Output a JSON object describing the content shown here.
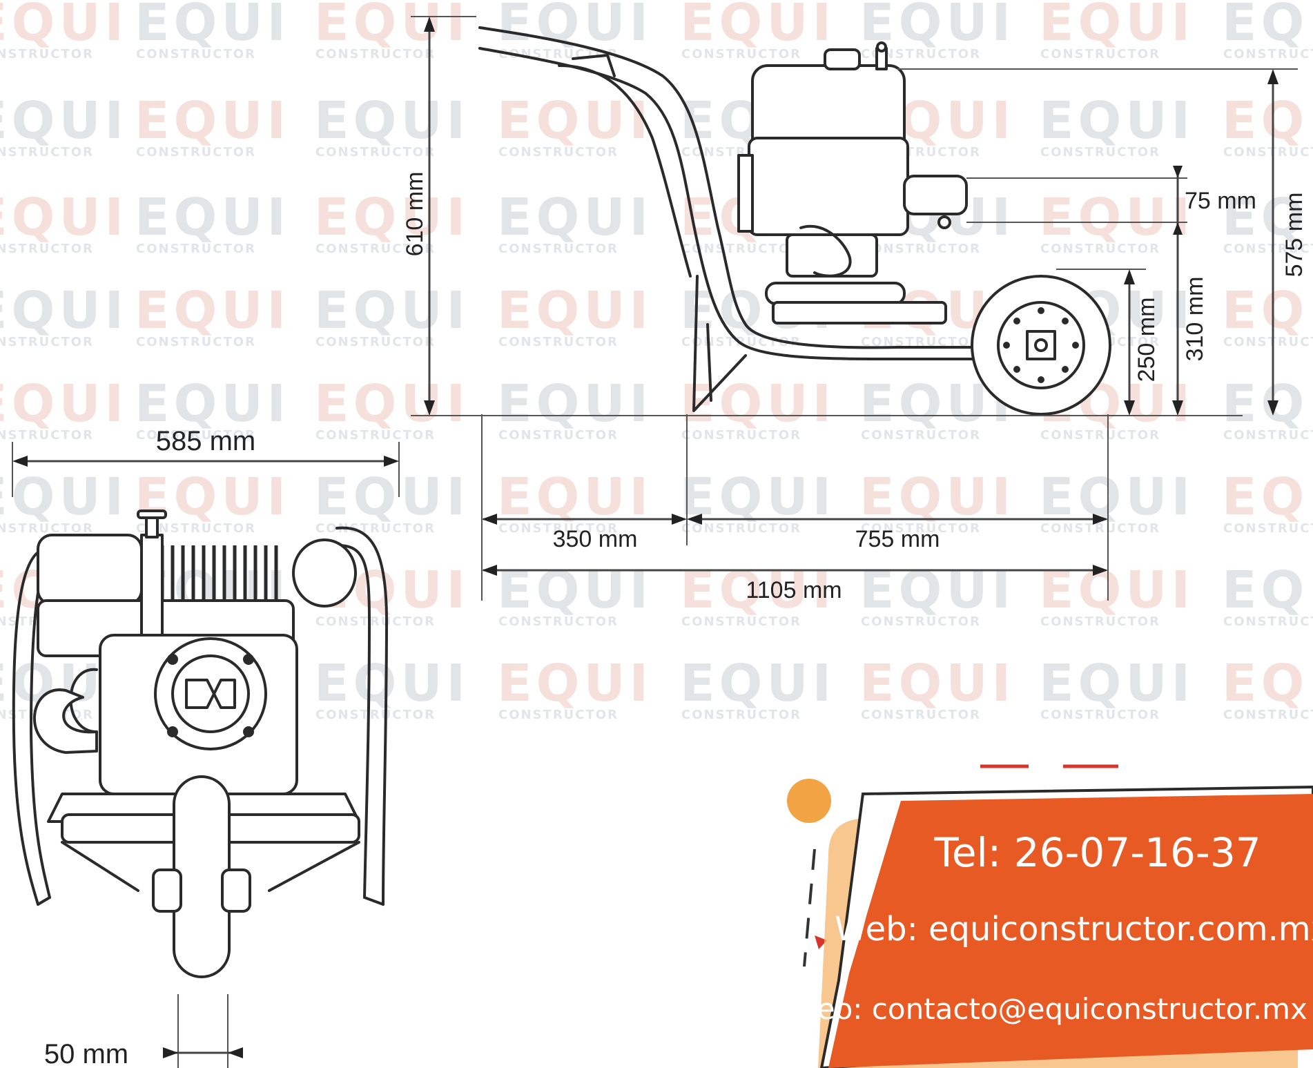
{
  "watermark": {
    "logo_text": "EQUI",
    "sub_text": "CONSTRUCTOR"
  },
  "dimensions": {
    "height_handle": "610 mm",
    "height_total": "575 mm",
    "exhaust_offset": "75 mm",
    "wheel_height": "250 mm",
    "exhaust_height": "310 mm",
    "width": "585 mm",
    "front_length": "350 mm",
    "rear_length": "755 mm",
    "total_length": "1105 mm",
    "wheel_width": "50 mm"
  },
  "contact": {
    "tel": "Tel: 26-07-16-37",
    "web": "Web: equiconstructor.com.mx",
    "email": "correo:  contacto@equiconstructor.mx"
  },
  "colors": {
    "accent_orange": "#e85a24",
    "light_orange": "#f6b46a",
    "dot_orange": "#f2a343",
    "red": "#d8342a",
    "watermark_gray": "#c9d0d6",
    "watermark_red": "#f0c7bf"
  }
}
